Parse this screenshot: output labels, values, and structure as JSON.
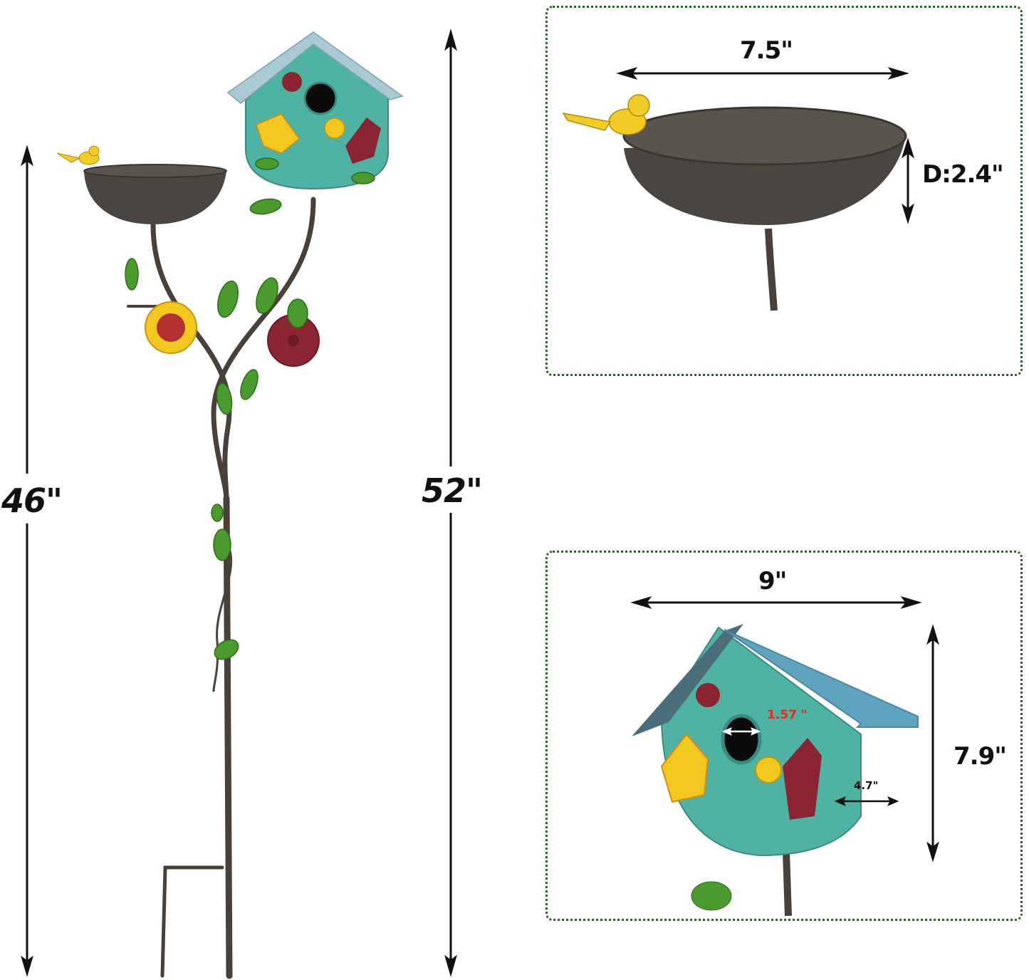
{
  "main_figure": {
    "subject": "bird bath with birdhouse garden stake",
    "dimensions": {
      "bath_height": {
        "label": "46\"",
        "value_in": 46,
        "orientation": "vertical"
      },
      "total_height": {
        "label": "52\"",
        "value_in": 52,
        "orientation": "vertical"
      }
    }
  },
  "bowl_panel": {
    "subject": "bird bath bowl with yellow bird",
    "dimensions": {
      "width": {
        "label": "7.5\"",
        "value_in": 7.5,
        "orientation": "horizontal"
      },
      "depth": {
        "label": "D:2.4\"",
        "value_in": 2.4,
        "orientation": "vertical"
      }
    }
  },
  "birdhouse_panel": {
    "subject": "turquoise birdhouse with corrugated blue roof",
    "dimensions": {
      "width": {
        "label": "9\"",
        "value_in": 9,
        "orientation": "horizontal"
      },
      "height": {
        "label": "7.9\"",
        "value_in": 7.9,
        "orientation": "vertical"
      },
      "side_depth": {
        "label": "4.7\"",
        "value_in": 4.7,
        "orientation": "horizontal"
      },
      "entrance_hole": {
        "label": "1.57 \"",
        "value_in": 1.57,
        "orientation": "horizontal"
      }
    }
  },
  "colors": {
    "text": "#111111",
    "hole_label": "#e8291c",
    "panel_border": "#2e5e2e",
    "bowl": "#4a4541",
    "birdhouse_body": "#4fb3a3",
    "roof": "#5fa3bf",
    "leaf": "#4a9a2e",
    "flower_yellow": "#f2c81e",
    "flower_red": "#8a2430",
    "stem": "#4a403a"
  }
}
